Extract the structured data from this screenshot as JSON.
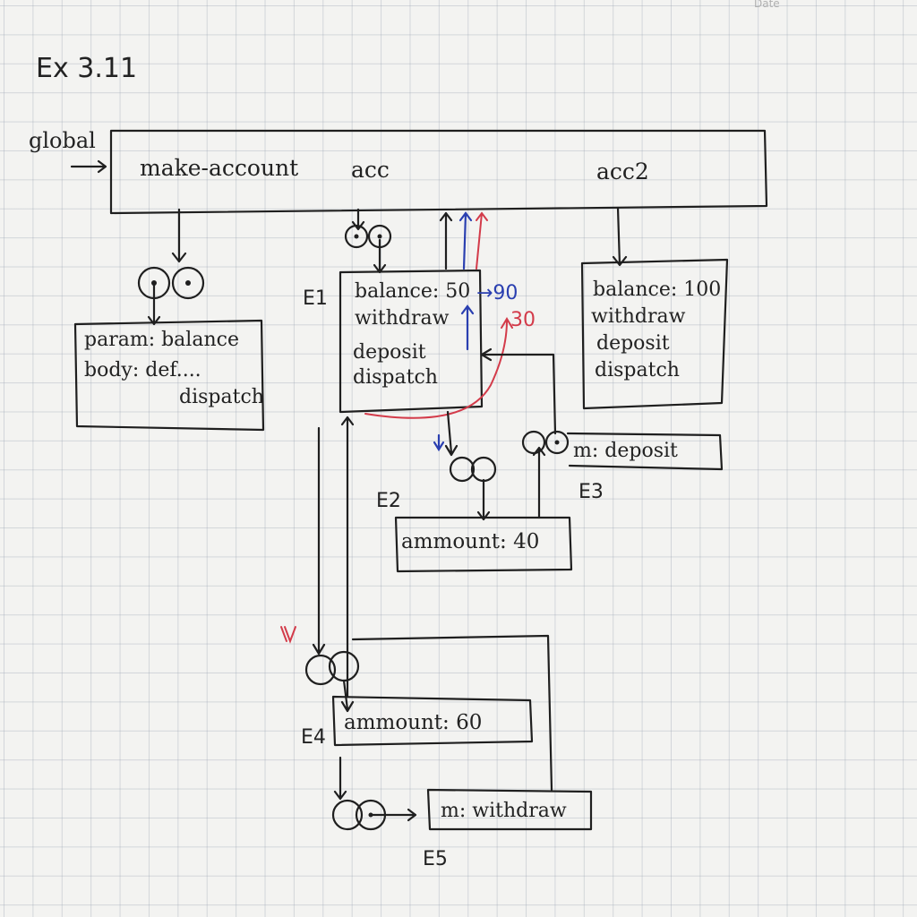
{
  "header_text": "Date",
  "title": "Ex 3.11",
  "global_label": "global",
  "global_frame": {
    "bindings": [
      "make-account",
      "acc",
      "acc2"
    ]
  },
  "make_account_proc": {
    "param": "param: balance",
    "body": "body: def....",
    "body2": "dispatch"
  },
  "e1": {
    "label": "E1",
    "balance": "balance: 50",
    "new_balance_blue": "→90",
    "new_balance_red": "30",
    "withdraw": "withdraw",
    "deposit": "deposit",
    "dispatch": "dispatch"
  },
  "acc2_frame": {
    "balance": "balance: 100",
    "withdraw": "withdraw",
    "deposit": "deposit",
    "dispatch": "dispatch"
  },
  "e2": {
    "label": "E2",
    "binding": "ammount: 40"
  },
  "e3": {
    "label": "E3",
    "binding": "m: deposit"
  },
  "e4": {
    "label": "E4",
    "binding": "ammount: 60"
  },
  "e5": {
    "label": "E5",
    "binding": "m: withdraw"
  },
  "colors": {
    "ink": "#1f1f1f",
    "blue": "#2a3fb0",
    "red": "#d33b4a",
    "paper": "#f3f3f1"
  }
}
